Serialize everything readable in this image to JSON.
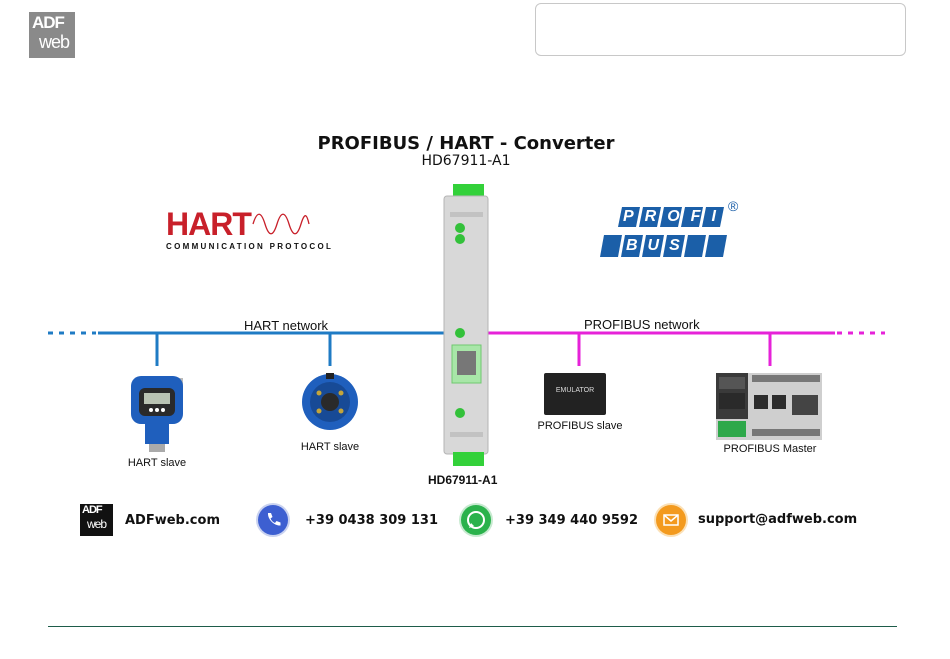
{
  "brand": {
    "logo_line1": "ADF",
    "logo_line2": "web"
  },
  "header": {
    "title": "PROFIBUS / HART - Converter",
    "subtitle": "HD67911-A1"
  },
  "logos": {
    "hart_word": "HART",
    "hart_tagline": "COMMUNICATION PROTOCOL",
    "profibus_top": "PROFI",
    "profibus_bottom": "BUS",
    "registered": "®"
  },
  "networks": {
    "hart": "HART network",
    "profibus": "PROFIBUS network"
  },
  "devices": {
    "hart_slave_1": "HART slave",
    "hart_slave_2": "HART slave",
    "converter": "HD67911-A1",
    "profibus_slave": "PROFIBUS slave",
    "profibus_slave_screen": "EMULATOR",
    "profibus_master": "PROFIBUS Master"
  },
  "contacts": {
    "website": "ADFweb.com",
    "phone": "+39 0438 309 131",
    "whatsapp": "+39 349 440 9592",
    "email": "support@adfweb.com"
  },
  "colors": {
    "hart_line": "#1f7bc4",
    "profibus_line": "#e622d8",
    "hart_red": "#c8202a",
    "profibus_blue": "#1b5fa8",
    "converter_green": "#33d13a"
  }
}
